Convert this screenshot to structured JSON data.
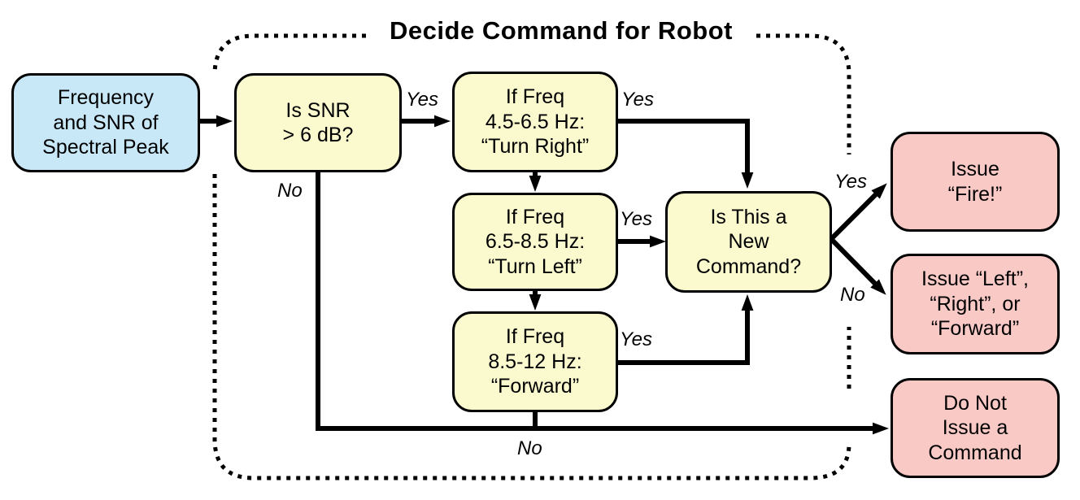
{
  "diagram": {
    "title": "Decide Command for Robot",
    "nodes": {
      "input": "Frequency\nand SNR of\nSpectral Peak",
      "snr_check": "Is SNR\n> 6 dB?",
      "turn_right": "If Freq\n4.5-6.5 Hz:\n“Turn Right”",
      "turn_left": "If Freq\n6.5-8.5 Hz:\n“Turn Left”",
      "forward": "If Freq\n8.5-12 Hz:\n“Forward”",
      "new_command": "Is This a\nNew\nCommand?",
      "issue_fire": "Issue\n“Fire!”",
      "issue_direction": "Issue “Left”,\n“Right”, or\n“Forward”",
      "no_command": "Do Not\nIssue a\nCommand"
    },
    "labels": {
      "snr_yes": "Yes",
      "snr_no": "No",
      "turn_right_yes": "Yes",
      "turn_left_yes": "Yes",
      "forward_yes": "Yes",
      "new_command_yes": "Yes",
      "new_command_no": "No",
      "bottom_no": "No"
    },
    "colors": {
      "input_fill": "#C8E8F8",
      "decision_fill": "#FBFACF",
      "output_fill": "#F9C9C6",
      "line": "#000000"
    }
  }
}
